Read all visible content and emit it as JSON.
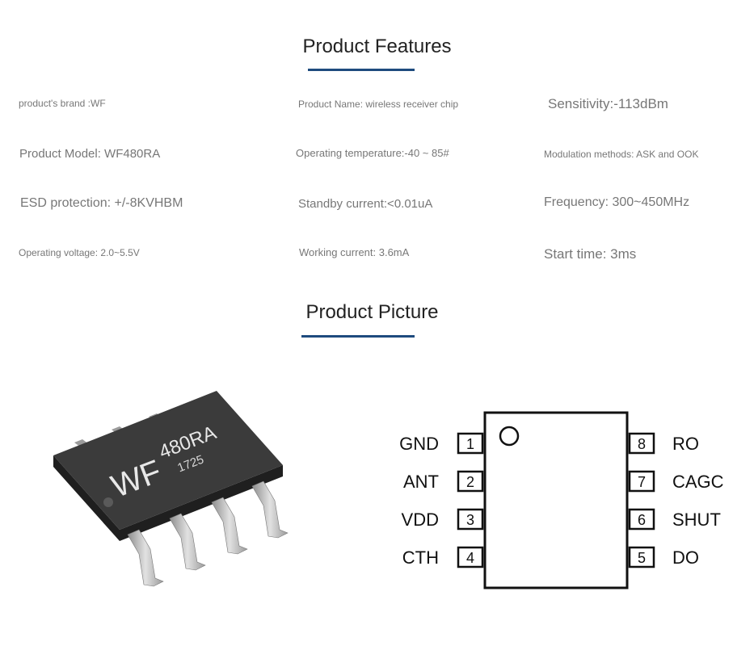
{
  "features_title": "Product Features",
  "picture_title": "Product Picture",
  "features": [
    "product's brand :WF",
    "Product Name: wireless receiver chip",
    "Sensitivity:-113dBm",
    "Product Model: WF480RA",
    "Operating temperature:-40 ~ 85#",
    "Modulation methods: ASK and OOK",
    "ESD protection: +/-8KVHBM",
    "Standby current:<0.01uA",
    "Frequency: 300~450MHz",
    "Operating voltage: 2.0~5.5V",
    "Working current: 3.6mA",
    "Start time: 3ms"
  ],
  "chip": {
    "brand": "WF",
    "model": "480RA",
    "date_code": "1725"
  },
  "pinout": {
    "left_pins": [
      {
        "num": "1",
        "name": "GND"
      },
      {
        "num": "2",
        "name": "ANT"
      },
      {
        "num": "3",
        "name": "VDD"
      },
      {
        "num": "4",
        "name": "CTH"
      }
    ],
    "right_pins": [
      {
        "num": "8",
        "name": "RO"
      },
      {
        "num": "7",
        "name": "CAGC"
      },
      {
        "num": "6",
        "name": "SHUT"
      },
      {
        "num": "5",
        "name": "DO"
      }
    ]
  },
  "colors": {
    "accent": "#1e4b7e",
    "chip_body": "#3a3a3a",
    "pin_metal": "#b8b8b8"
  }
}
